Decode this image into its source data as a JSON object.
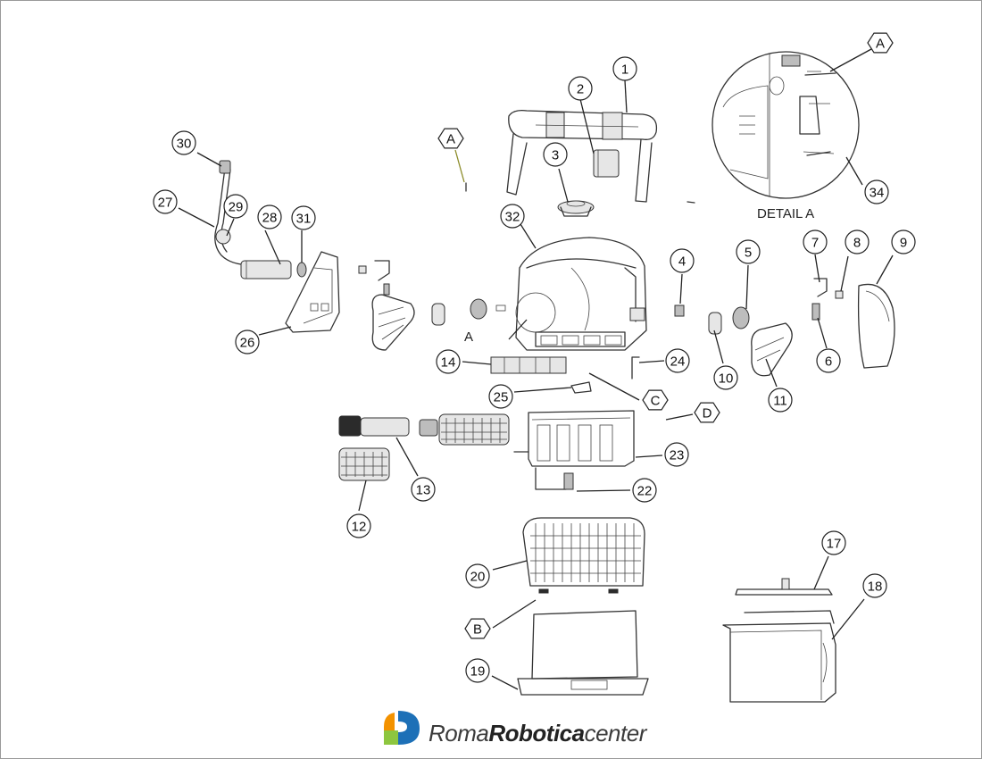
{
  "detail_label": "DETAIL A",
  "section_marker": "A",
  "brand": {
    "part1": "Roma",
    "part2": "Robotica",
    "part3": "center"
  },
  "colors": {
    "line": "#333333",
    "highlight_hex": "#8c8c2a",
    "logo_orange": "#f39200",
    "logo_green": "#8dc63f",
    "logo_blue": "#1d70b7"
  },
  "callouts": [
    {
      "id": "1",
      "shape": "circle"
    },
    {
      "id": "2",
      "shape": "circle"
    },
    {
      "id": "3",
      "shape": "circle"
    },
    {
      "id": "4",
      "shape": "circle"
    },
    {
      "id": "5",
      "shape": "circle"
    },
    {
      "id": "6",
      "shape": "circle"
    },
    {
      "id": "7",
      "shape": "circle"
    },
    {
      "id": "8",
      "shape": "circle"
    },
    {
      "id": "9",
      "shape": "circle"
    },
    {
      "id": "10",
      "shape": "circle"
    },
    {
      "id": "11",
      "shape": "circle"
    },
    {
      "id": "12",
      "shape": "circle"
    },
    {
      "id": "13",
      "shape": "circle"
    },
    {
      "id": "14",
      "shape": "circle"
    },
    {
      "id": "17",
      "shape": "circle"
    },
    {
      "id": "18",
      "shape": "circle"
    },
    {
      "id": "19",
      "shape": "circle"
    },
    {
      "id": "20",
      "shape": "circle"
    },
    {
      "id": "22",
      "shape": "circle"
    },
    {
      "id": "23",
      "shape": "circle"
    },
    {
      "id": "24",
      "shape": "circle"
    },
    {
      "id": "25",
      "shape": "circle"
    },
    {
      "id": "26",
      "shape": "circle"
    },
    {
      "id": "27",
      "shape": "circle"
    },
    {
      "id": "28",
      "shape": "circle"
    },
    {
      "id": "29",
      "shape": "circle"
    },
    {
      "id": "30",
      "shape": "circle"
    },
    {
      "id": "31",
      "shape": "circle"
    },
    {
      "id": "32",
      "shape": "circle"
    },
    {
      "id": "34",
      "shape": "circle"
    },
    {
      "id": "A",
      "shape": "hexagon",
      "highlight": true
    },
    {
      "id": "A",
      "shape": "hexagon"
    },
    {
      "id": "B",
      "shape": "hexagon"
    },
    {
      "id": "C",
      "shape": "hexagon"
    },
    {
      "id": "D",
      "shape": "hexagon"
    }
  ]
}
